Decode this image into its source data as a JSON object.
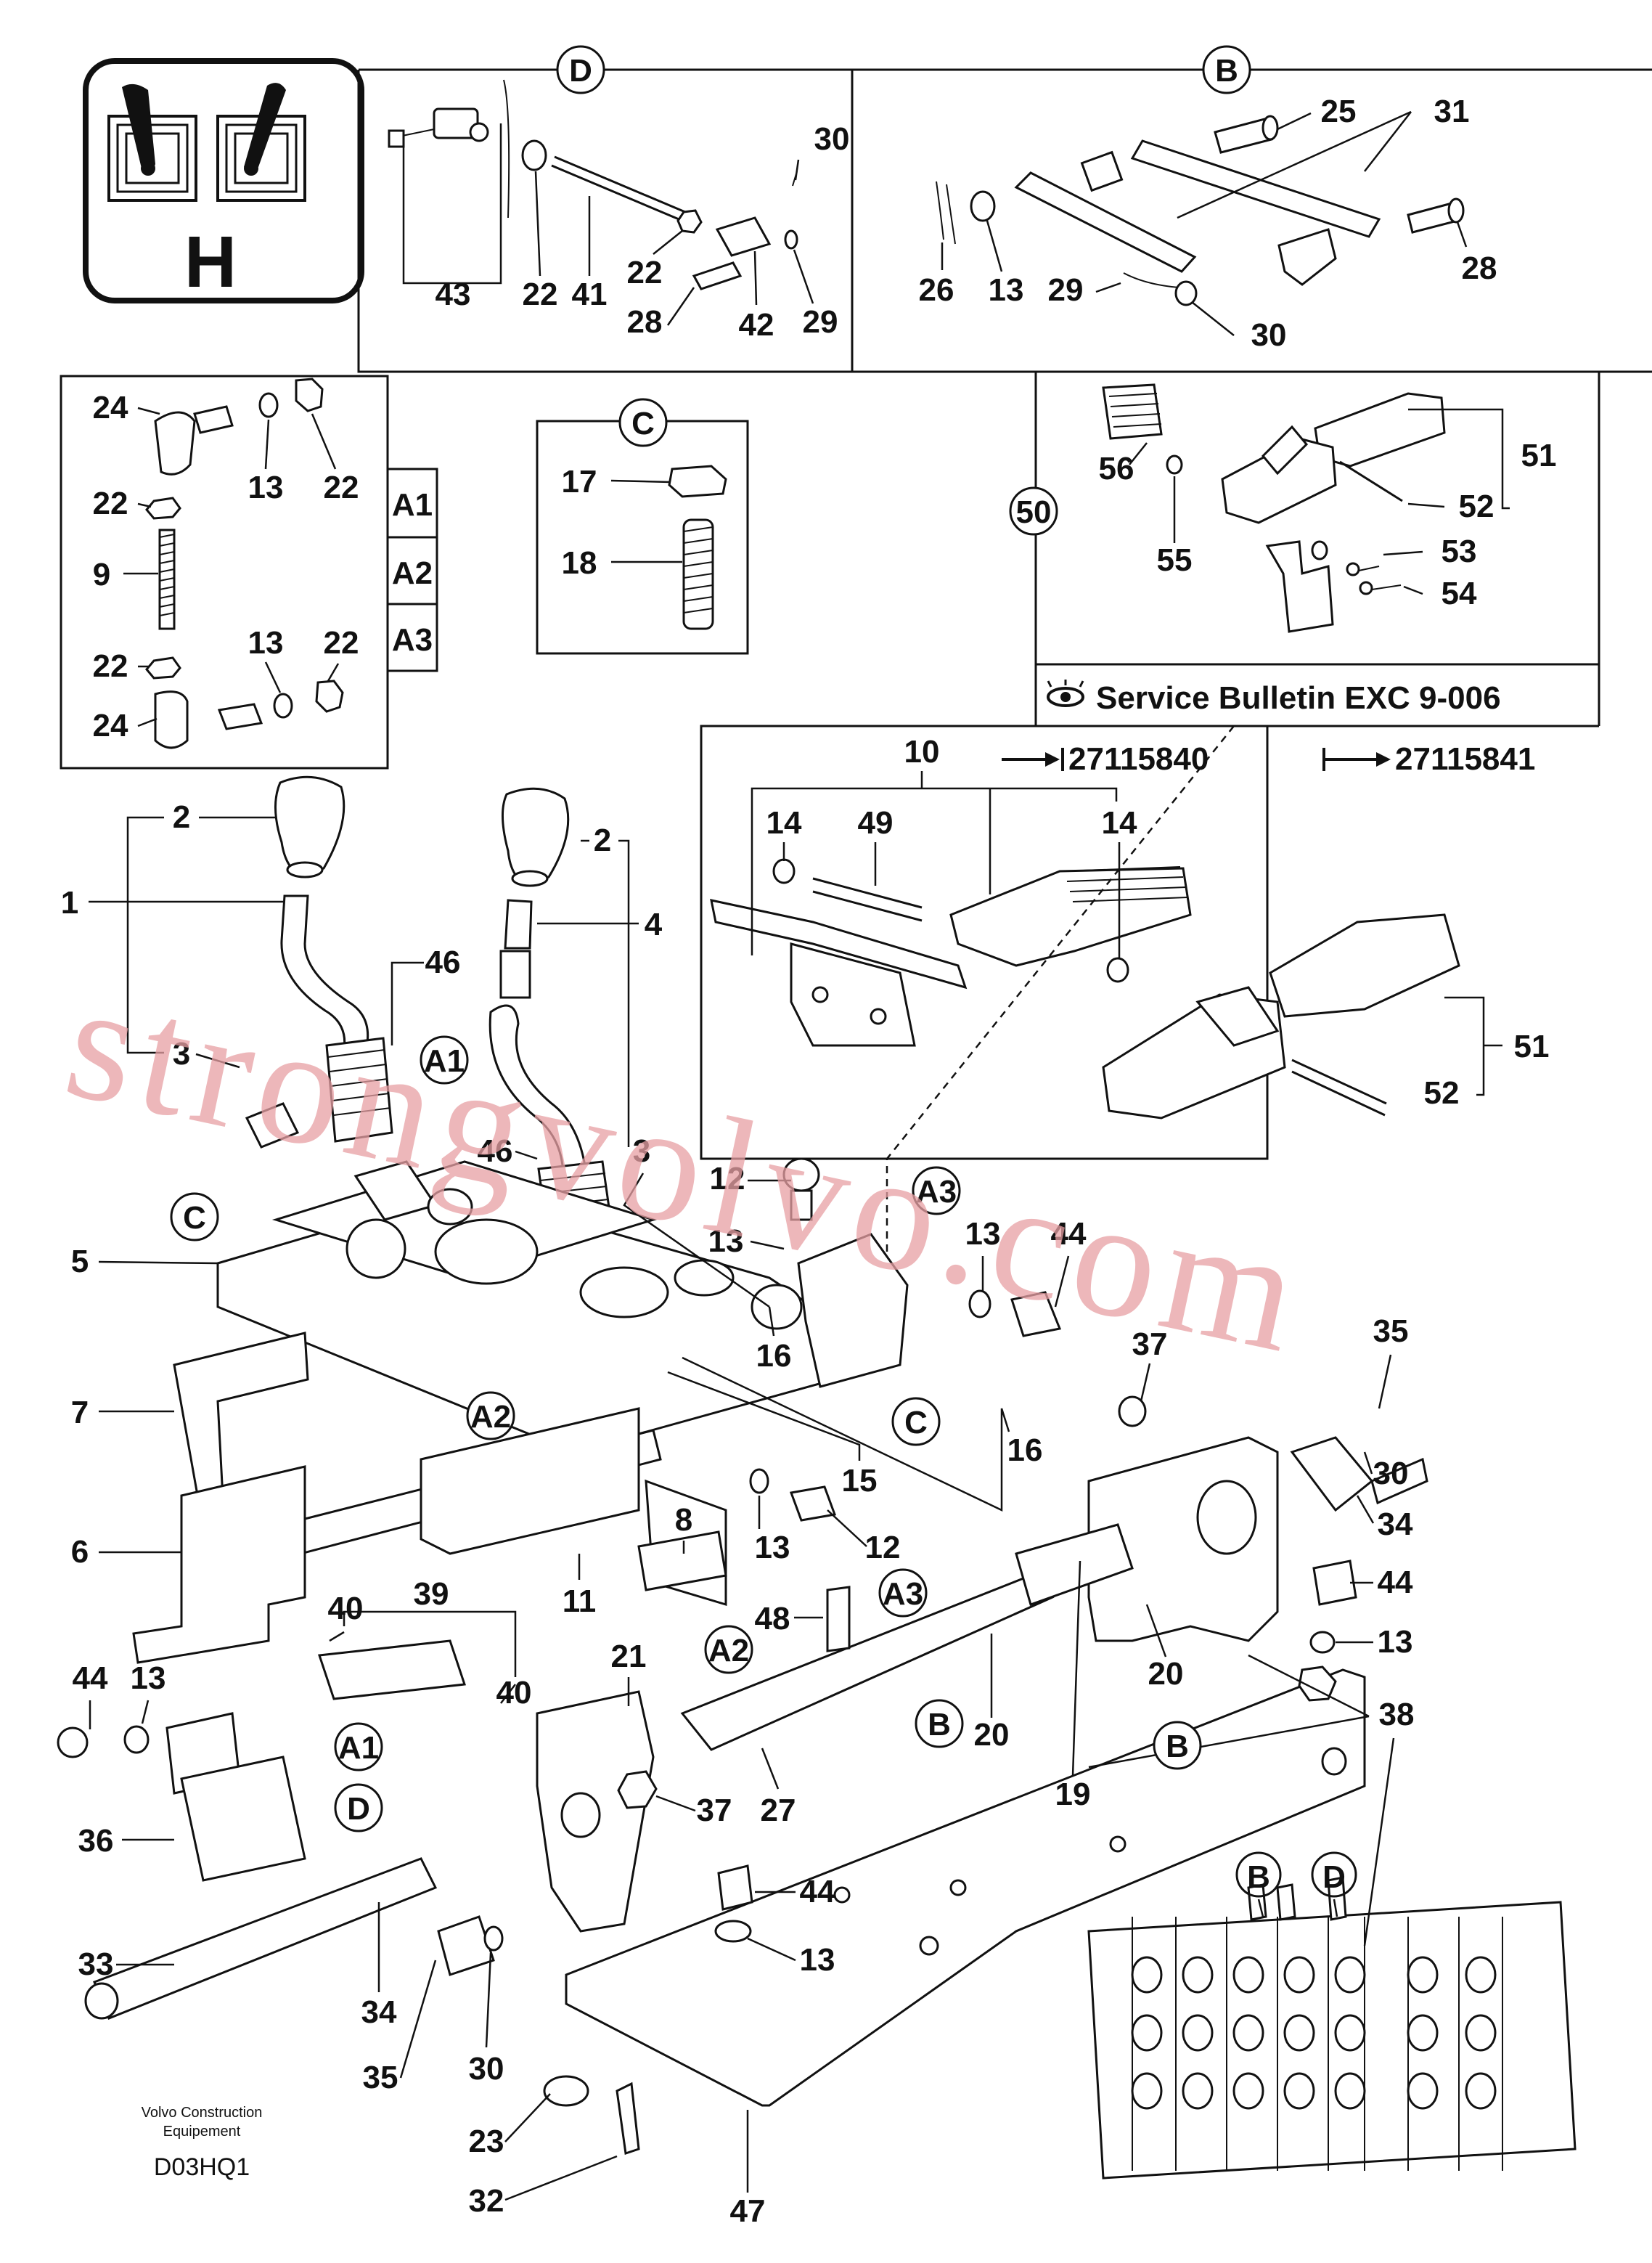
{
  "logo": {
    "letter": "H"
  },
  "watermark": "strongvolvo.com",
  "detail_views": {
    "D": "D",
    "B": "B",
    "C": "C",
    "view50": "50",
    "tabs": [
      "A1",
      "A2",
      "A3"
    ]
  },
  "service_bulletin": "Service Bulletin EXC 9-006",
  "serial_ranges": {
    "to": "27115840",
    "from": "27115841"
  },
  "footer": {
    "company_line1": "Volvo Construction",
    "company_line2": "Equipement",
    "drawing_code": "D03HQ1"
  },
  "labels": {
    "d_43": "43",
    "d_22a": "22",
    "d_41": "41",
    "d_22b": "22",
    "d_30": "30",
    "d_28": "28",
    "d_42": "42",
    "d_29": "29",
    "b_25": "25",
    "b_31": "31",
    "b_26": "26",
    "b_13": "13",
    "b_29": "29",
    "b_28": "28",
    "b_30": "30",
    "a_24a": "24",
    "a_13a": "13",
    "a_22a": "22",
    "a_22b": "22",
    "a_9": "9",
    "a_22c": "22",
    "a_13b": "13",
    "a_22d": "22",
    "a_24b": "24",
    "c_17": "17",
    "c_18": "18",
    "v50_56": "56",
    "v50_51": "51",
    "v50_52": "52",
    "v50_55": "55",
    "v50_53": "53",
    "v50_54": "54",
    "p_10": "10",
    "p_14a": "14",
    "p_49": "49",
    "p_14b": "14",
    "p_51": "51",
    "p_52": "52",
    "m_2a": "2",
    "m_1": "1",
    "m_46a": "46",
    "m_2b": "2",
    "m_4": "4",
    "m_3a": "3",
    "m_46b": "46",
    "m_3b": "3",
    "m_5": "5",
    "m_12a": "12",
    "m_13a": "13",
    "m_13b": "13",
    "m_44a": "44",
    "m_16a": "16",
    "m_16b": "16",
    "m_15": "15",
    "m_37a": "37",
    "m_35a": "35",
    "m_7": "7",
    "m_30a": "30",
    "m_34a": "34",
    "m_6": "6",
    "m_8": "8",
    "m_13c": "13",
    "m_12b": "12",
    "m_11": "11",
    "m_44b": "44",
    "m_48": "48",
    "m_13d": "13",
    "m_38": "38",
    "m_20a": "20",
    "m_20b": "20",
    "m_19": "19",
    "m_39": "39",
    "m_40a": "40",
    "m_40b": "40",
    "m_21": "21",
    "m_44c": "44",
    "m_13e": "13",
    "m_36": "36",
    "m_37b": "37",
    "m_27": "27",
    "m_44d": "44",
    "m_13f": "13",
    "m_33": "33",
    "m_34b": "34",
    "m_35b": "35",
    "m_30b": "30",
    "m_23": "23",
    "m_32": "32",
    "m_47": "47",
    "cb_B": "B",
    "cb_D": "D"
  },
  "callouts": {
    "a1_top": "A1",
    "a2_mid": "A2",
    "a3_top": "A3",
    "a3_mid": "A3",
    "a2_low": "A2",
    "a1_low": "A1",
    "c_left": "C",
    "c_right": "C",
    "b_a": "B",
    "b_b": "B",
    "d_low": "D"
  }
}
